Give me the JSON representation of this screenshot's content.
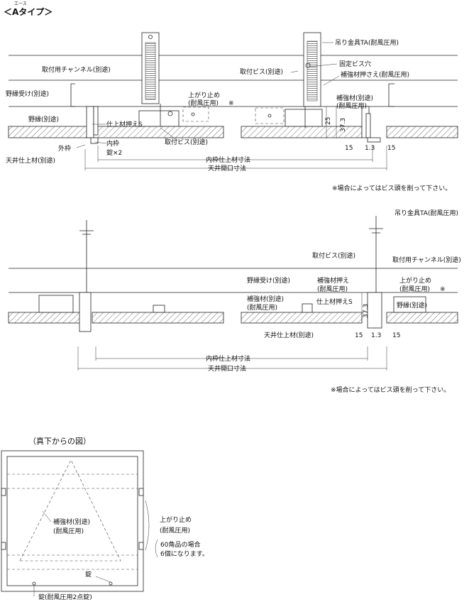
{
  "header": {
    "ruby": "エース",
    "title": "＜Aタイプ＞"
  },
  "section1": {
    "labels": {
      "channel": "取付用チャンネル(別途)",
      "nobuchi_uke": "野縁受け(別途)",
      "nobuchi": "野縁(別途)",
      "shiage_osae": "仕上材押えS",
      "sotowaku": "外枠",
      "uchiwaku": "内枠",
      "lock": "錠×2",
      "ceiling_finish": "天井仕上材(別途)",
      "screw_bottom": "取付ビス(別途)",
      "agari_dome": "上がり止め",
      "agari_dome_sub": "(耐風圧用)",
      "asterisk": "※",
      "hanger": "吊り金具TA(耐風圧用)",
      "screw_left": "取付ビス(別途)",
      "fixed_screw": "固定ビス穴",
      "reinforce_holder": "補強材押さえ(耐風圧用)",
      "reinforce": "補強材(別途)",
      "reinforce_sub": "(耐風圧用)",
      "dim_25": "25",
      "dim_373": "37.3",
      "dim_15a": "15",
      "dim_13": "1.3",
      "dim_15b": "15",
      "inner_dim": "内枠仕上材寸法",
      "opening_dim": "天井開口寸法",
      "note": "※場合によってはビス頭を削って下さい。"
    }
  },
  "section2": {
    "labels": {
      "hanger": "吊り金具TA(耐風圧用)",
      "screw": "取付ビス(別途)",
      "channel": "取付用チャンネル(別途)",
      "nobuchi_uke": "野縁受け(別途)",
      "reinforce_holder": "補強材押え",
      "reinforce_holder_sub": "(耐風圧用)",
      "agari_dome": "上がり止め",
      "agari_dome_sub": "(耐風圧用)",
      "asterisk": "※",
      "reinforce": "補強材(別途)",
      "reinforce_sub": "(耐風圧用)",
      "shiage_osae": "仕上材押えS",
      "nobuchi": "野縁(別途)",
      "ceiling_finish": "天井仕上材(別途)",
      "dim_373": "37.3",
      "dim_15a": "15",
      "dim_13": "1.3",
      "dim_15b": "15",
      "inner_dim": "内枠仕上材寸法",
      "opening_dim": "天井開口寸法",
      "note": "※場合によってはビス頭を削って下さい。"
    }
  },
  "section3": {
    "subtitle": "（真下からの図）",
    "labels": {
      "reinforce": "補強材(別途)",
      "reinforce_sub": "(耐風圧用)",
      "agari_dome": "上がり止め",
      "agari_dome_sub": "(耐風圧用)",
      "count_note1": "60角品の場合",
      "count_note2": "6個になります。",
      "lock": "錠",
      "lock2": "錠(耐風圧用2点錠)"
    }
  }
}
